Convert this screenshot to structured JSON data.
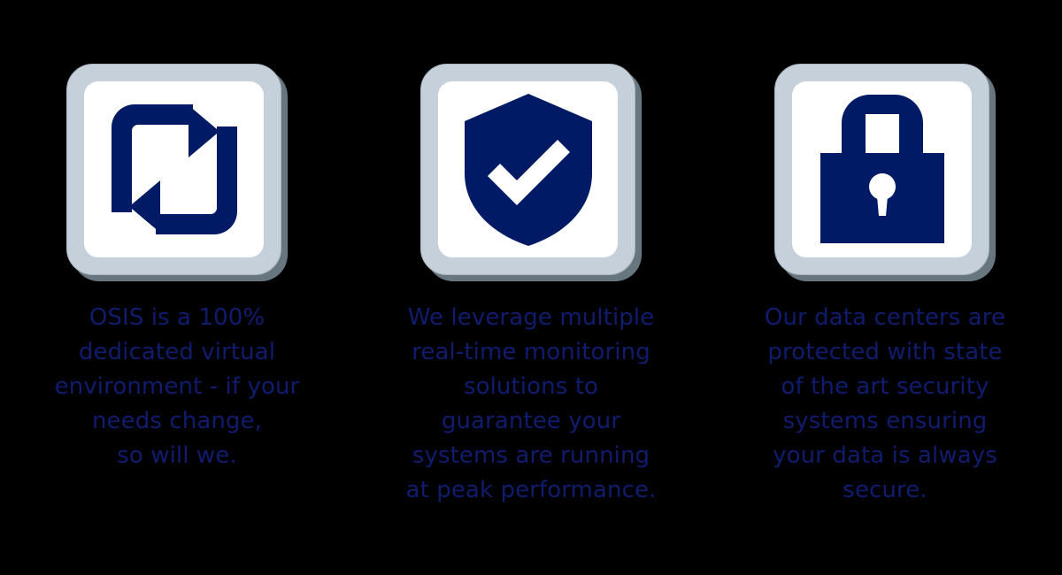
{
  "page": {
    "background_color": "#000000",
    "accent_navy": "#001a66",
    "text_navy": "#101c6e",
    "tile_frame_color": "#c6d0da",
    "tile_inner_color": "#ffffff",
    "tile_shadow_color": "#6e7c87"
  },
  "features": [
    {
      "icon_name": "repeat-arrows-icon",
      "icon_label": "repeat-arrows",
      "text": "OSIS is a 100%\ndedicated virtual\nenvironment - if your\nneeds change,\nso will we."
    },
    {
      "icon_name": "shield-check-icon",
      "icon_label": "shield-check",
      "text": "We leverage multiple\nreal-time monitoring\nsolutions to\nguarantee your\nsystems are running\nat peak performance."
    },
    {
      "icon_name": "padlock-icon",
      "icon_label": "padlock",
      "text": "Our data centers are\nprotected with state\nof the art security\nsystems ensuring\nyour data is always\nsecure."
    }
  ]
}
